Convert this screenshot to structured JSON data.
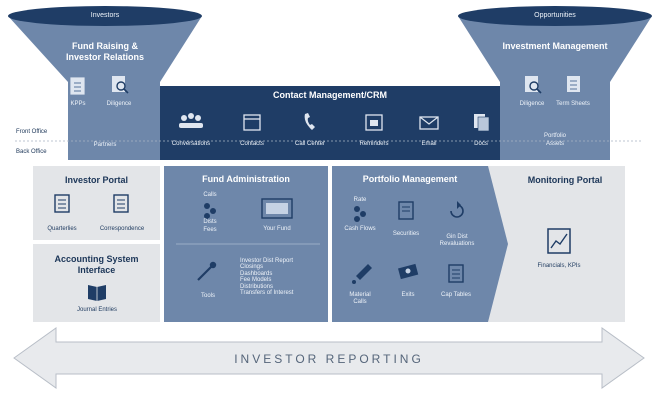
{
  "labels": {
    "investors": "Investors",
    "opportunities": "Opportunities",
    "front_office": "Front Office",
    "back_office": "Back Office",
    "reporting": "INVESTOR REPORTING"
  },
  "fundraising": {
    "title_line1": "Fund Raising &",
    "title_line2": "Investor Relations",
    "items": [
      "KPPs",
      "Diligence"
    ],
    "bottom": "Partners"
  },
  "investment": {
    "title": "Investment Management",
    "items": [
      "Diligence",
      "Term Sheets"
    ],
    "bottom_line1": "Portfolio",
    "bottom_line2": "Assets"
  },
  "crm": {
    "title": "Contact Management/CRM",
    "items": [
      "Conversations",
      "Contacts",
      "Call Center",
      "Reminders",
      "Email",
      "Docs"
    ]
  },
  "investor_portal": {
    "title": "Investor Portal",
    "items": [
      "Quarterlies",
      "Correspondence"
    ]
  },
  "accounting": {
    "title_line1": "Accounting System",
    "title_line2": "Interface",
    "item": "Journal Entries"
  },
  "fund_admin": {
    "title": "Fund Administration",
    "flow": [
      "Calls",
      "Dists",
      "Fees"
    ],
    "ledger": "Your Fund",
    "tools": "Tools",
    "tool_items": [
      "Investor Dist Report",
      "Closings",
      "Dashboards",
      "Fee Models",
      "Distributions",
      "Transfers of Interest"
    ]
  },
  "portfolio": {
    "title": "Portfolio Management",
    "flow": [
      "Rate",
      "Cash Flows"
    ],
    "items_top": [
      "Securities",
      "Gin Dist Revaluations"
    ],
    "items_bottom": [
      "Material Calls",
      "Exits",
      "Cap Tables"
    ]
  },
  "monitoring": {
    "title": "Monitoring Portal",
    "item": "Financials, KPIs"
  },
  "colors": {
    "navy": "#1f3d66",
    "steel": "#6e87aa",
    "light_gray": "#e3e5e8",
    "arrow_fill": "#e8eaed",
    "arrow_stroke": "#b8bec7"
  }
}
